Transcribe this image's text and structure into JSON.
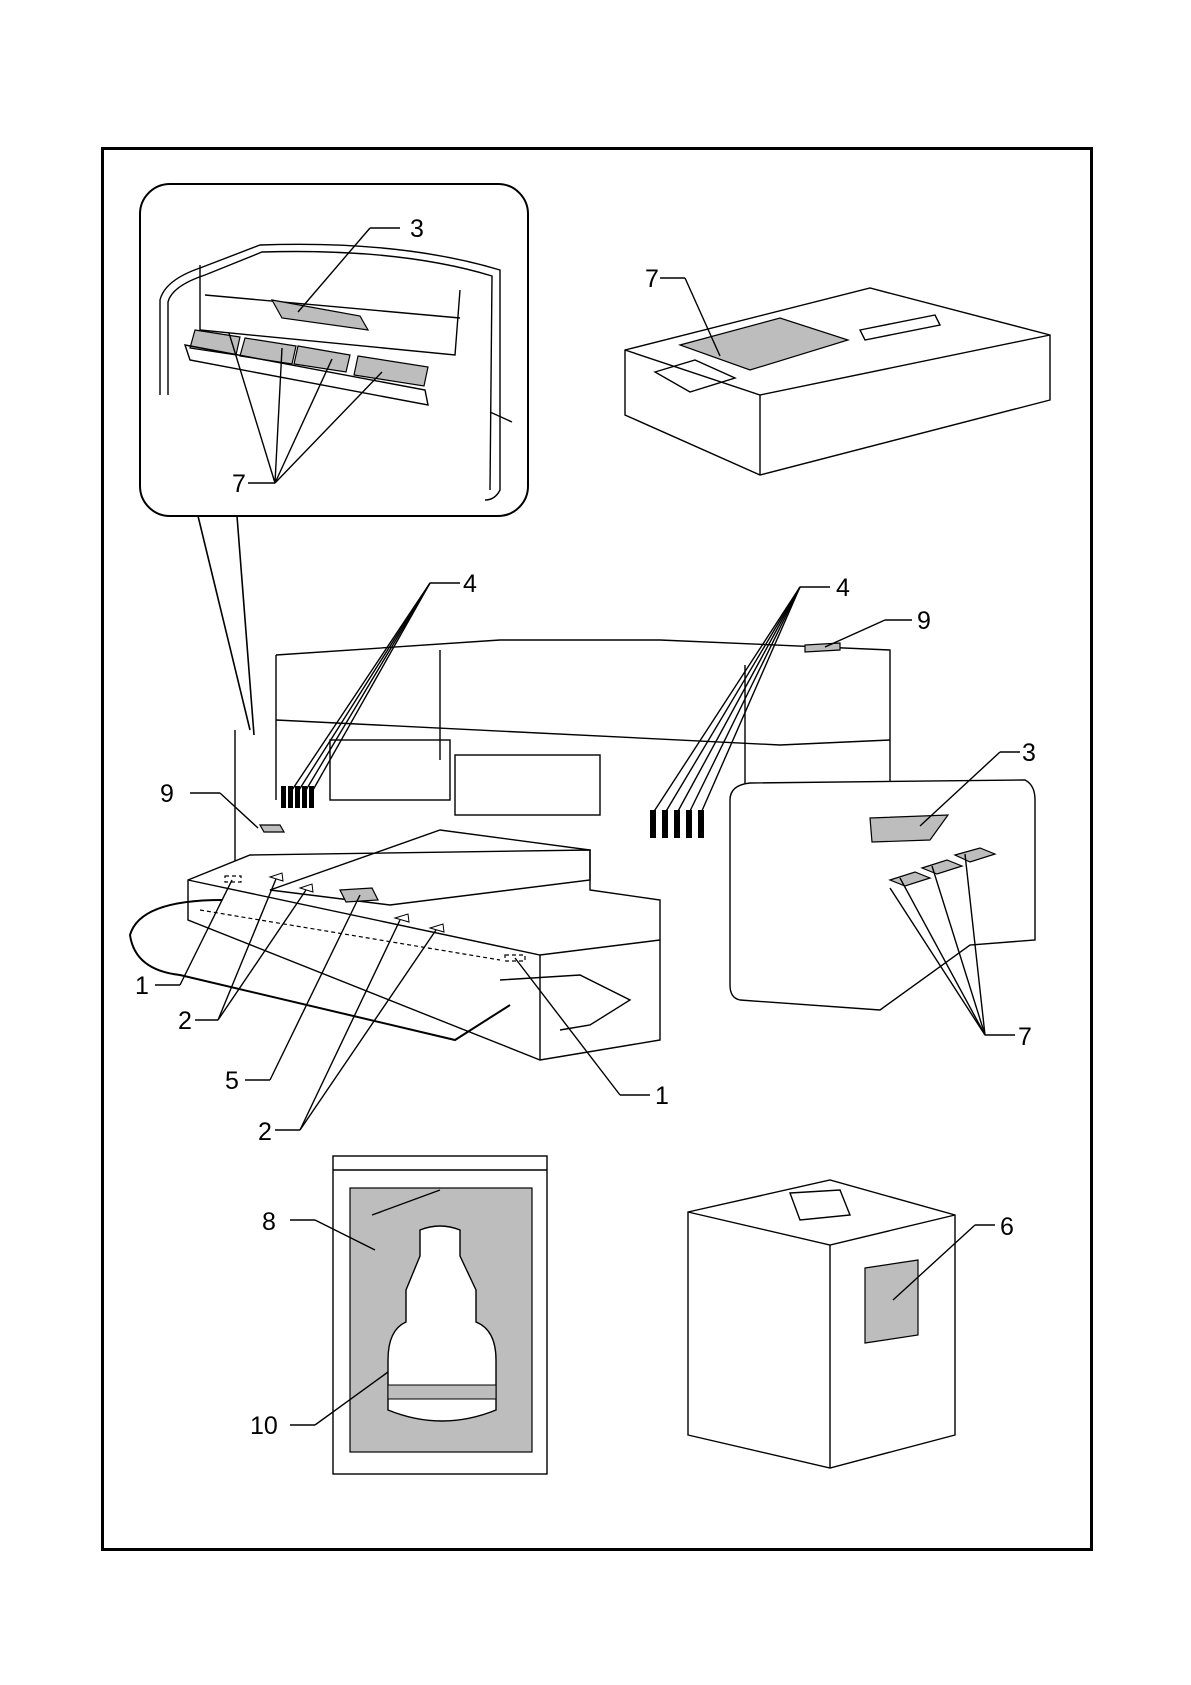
{
  "document": {
    "type": "label-location-diagram",
    "callouts": {
      "inset_cartridge_label": "3",
      "inset_slot_labels": "7",
      "box_label": "7",
      "left_tubes": "4",
      "right_tubes": "4",
      "top_right_9": "9",
      "left_9": "9",
      "right_3": "3",
      "right_7": "7",
      "left_1": "1",
      "left_2": "2",
      "center_5": "5",
      "bottom_2": "2",
      "bottom_1": "1",
      "bag_8": "8",
      "bottle_10": "10",
      "carton_6": "6"
    }
  }
}
